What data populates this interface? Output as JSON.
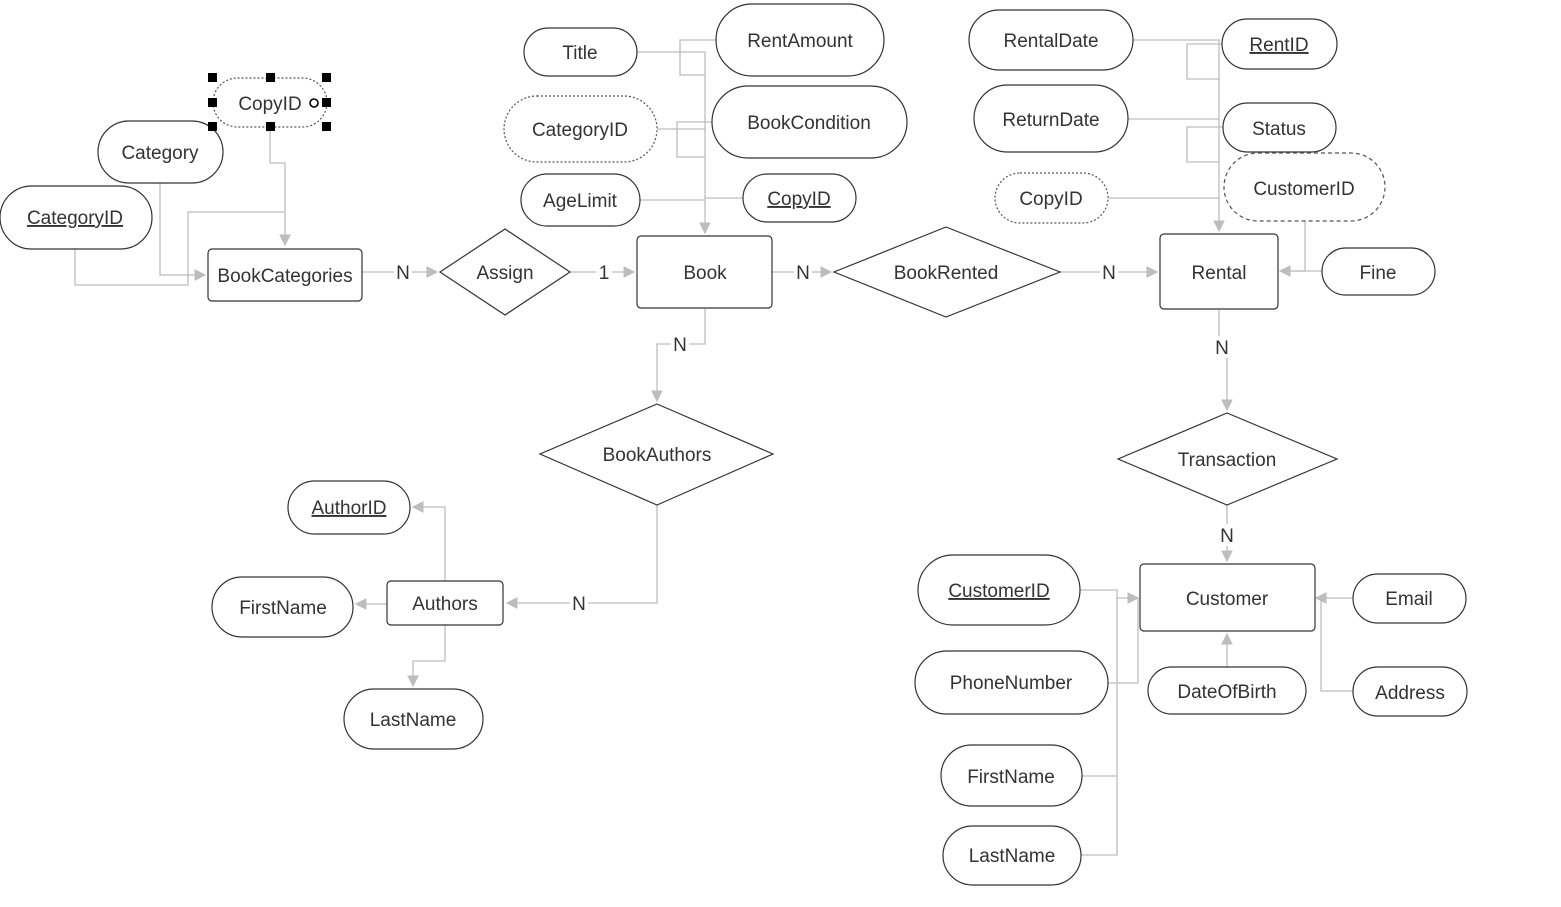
{
  "diagram": {
    "type": "er-diagram",
    "entities": [
      {
        "id": "bookcategories",
        "label": "BookCategories"
      },
      {
        "id": "book",
        "label": "Book"
      },
      {
        "id": "rental",
        "label": "Rental"
      },
      {
        "id": "authors",
        "label": "Authors"
      },
      {
        "id": "customer",
        "label": "Customer"
      }
    ],
    "relationships": [
      {
        "id": "assign",
        "label": "Assign"
      },
      {
        "id": "bookrented",
        "label": "BookRented"
      },
      {
        "id": "bookauthors",
        "label": "BookAuthors"
      },
      {
        "id": "transaction",
        "label": "Transaction"
      }
    ],
    "attributes": [
      {
        "id": "a-bc-copyid",
        "label": "CopyID",
        "key": false,
        "style": "dotted",
        "selected": true
      },
      {
        "id": "a-bc-category",
        "label": "Category",
        "key": false,
        "style": "solid"
      },
      {
        "id": "a-bc-categoryid",
        "label": "CategoryID",
        "key": true,
        "style": "solid"
      },
      {
        "id": "a-b-title",
        "label": "Title",
        "key": false,
        "style": "solid"
      },
      {
        "id": "a-b-rentamount",
        "label": "RentAmount",
        "key": false,
        "style": "solid"
      },
      {
        "id": "a-b-categoryid",
        "label": "CategoryID",
        "key": false,
        "style": "dotted"
      },
      {
        "id": "a-b-bookcondition",
        "label": "BookCondition",
        "key": false,
        "style": "solid"
      },
      {
        "id": "a-b-agelimit",
        "label": "AgeLimit",
        "key": false,
        "style": "solid"
      },
      {
        "id": "a-b-copyid",
        "label": "CopyID",
        "key": true,
        "style": "solid"
      },
      {
        "id": "a-r-rentaldate",
        "label": "RentalDate",
        "key": false,
        "style": "solid"
      },
      {
        "id": "a-r-rentid",
        "label": "RentID",
        "key": true,
        "style": "solid"
      },
      {
        "id": "a-r-returndate",
        "label": "ReturnDate",
        "key": false,
        "style": "solid"
      },
      {
        "id": "a-r-status",
        "label": "Status",
        "key": false,
        "style": "solid"
      },
      {
        "id": "a-r-copyid",
        "label": "CopyID",
        "key": false,
        "style": "dotted"
      },
      {
        "id": "a-r-customerid",
        "label": "CustomerID",
        "key": false,
        "style": "dashed"
      },
      {
        "id": "a-r-fine",
        "label": "Fine",
        "key": false,
        "style": "solid"
      },
      {
        "id": "a-a-authorid",
        "label": "AuthorID",
        "key": true,
        "style": "solid"
      },
      {
        "id": "a-a-firstname",
        "label": "FirstName",
        "key": false,
        "style": "solid"
      },
      {
        "id": "a-a-lastname",
        "label": "LastName",
        "key": false,
        "style": "solid"
      },
      {
        "id": "a-c-customerid",
        "label": "CustomerID",
        "key": true,
        "style": "solid"
      },
      {
        "id": "a-c-phonenumber",
        "label": "PhoneNumber",
        "key": false,
        "style": "solid"
      },
      {
        "id": "a-c-firstname",
        "label": "FirstName",
        "key": false,
        "style": "solid"
      },
      {
        "id": "a-c-lastname",
        "label": "LastName",
        "key": false,
        "style": "solid"
      },
      {
        "id": "a-c-email",
        "label": "Email",
        "key": false,
        "style": "solid"
      },
      {
        "id": "a-c-dateofbirth",
        "label": "DateOfBirth",
        "key": false,
        "style": "solid"
      },
      {
        "id": "a-c-address",
        "label": "Address",
        "key": false,
        "style": "solid"
      }
    ],
    "cardinalities": [
      {
        "id": "c-bc-assign",
        "label": "N"
      },
      {
        "id": "c-assign-book",
        "label": "1"
      },
      {
        "id": "c-book-bookrented",
        "label": "N"
      },
      {
        "id": "c-bookrented-rental",
        "label": "N"
      },
      {
        "id": "c-book-bookauthors",
        "label": "N"
      },
      {
        "id": "c-bookauthors-authors",
        "label": "N"
      },
      {
        "id": "c-rental-transaction",
        "label": "N"
      },
      {
        "id": "c-transaction-customer",
        "label": "N"
      }
    ],
    "colors": {
      "stroke": "#333333",
      "connector": "#bdbdbd",
      "text": "#333333",
      "selection_handle": "#000000"
    }
  }
}
